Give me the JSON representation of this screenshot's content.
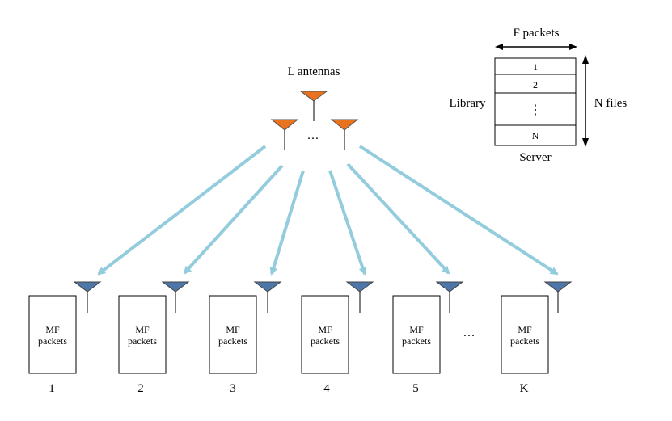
{
  "colors": {
    "arrow": "#93CCDC",
    "base_antenna": "#E8721E",
    "user_antenna": "#4E76A8",
    "stroke": "#000000",
    "background": "#ffffff"
  },
  "base_station": {
    "label": "L antennas",
    "ellipsis": "···"
  },
  "server": {
    "width_label": "F packets",
    "height_label": "N files",
    "library_label": "Library",
    "caption": "Server",
    "rows": [
      "1",
      "2",
      "⋮",
      "N"
    ]
  },
  "users": [
    {
      "box_line1": "MF",
      "box_line2": "packets",
      "label": "1"
    },
    {
      "box_line1": "MF",
      "box_line2": "packets",
      "label": "2"
    },
    {
      "box_line1": "MF",
      "box_line2": "packets",
      "label": "3"
    },
    {
      "box_line1": "MF",
      "box_line2": "packets",
      "label": "4"
    },
    {
      "box_line1": "MF",
      "box_line2": "packets",
      "label": "5"
    },
    {
      "box_line1": "MF",
      "box_line2": "packets",
      "label": "K"
    }
  ],
  "users_ellipsis": "···"
}
